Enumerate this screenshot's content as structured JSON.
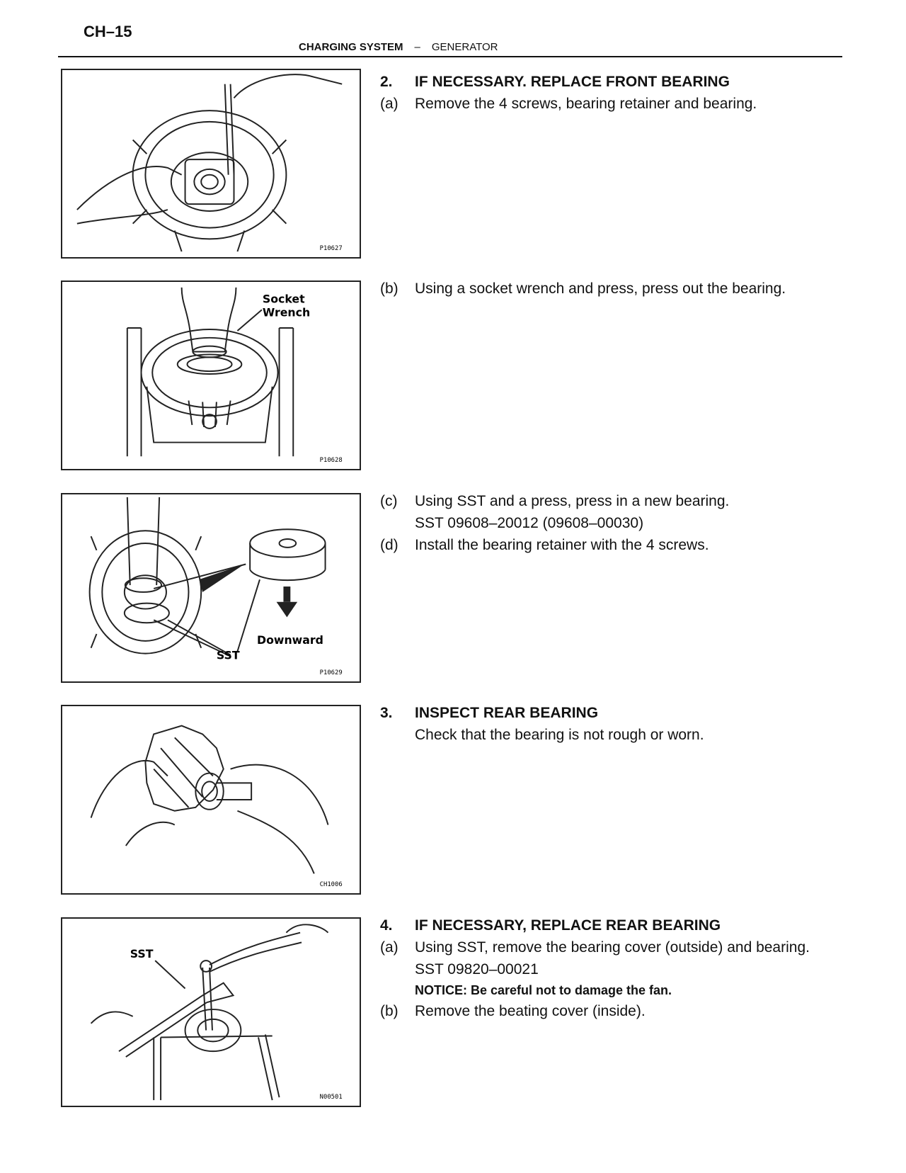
{
  "header": {
    "page_number": "CH–15",
    "section": "CHARGING SYSTEM",
    "separator": "–",
    "subsection": "GENERATOR"
  },
  "figures": {
    "fig1": {
      "code": "P10627"
    },
    "fig2": {
      "code": "P10628",
      "label_socket": "Socket",
      "label_wrench": "Wrench"
    },
    "fig3": {
      "code": "P10629",
      "label_sst": "SST",
      "label_downward": "Downward"
    },
    "fig4": {
      "code": "CH1006"
    },
    "fig5": {
      "code": "N00501",
      "label_sst": "SST"
    }
  },
  "steps": {
    "s2": {
      "num": "2.",
      "title": "IF NECESSARY. REPLACE FRONT BEARING"
    },
    "s2a": {
      "num": "(a)",
      "text": "Remove the 4 screws, bearing retainer and bearing."
    },
    "s2b": {
      "num": "(b)",
      "text": "Using a socket wrench and press, press out the bearing."
    },
    "s2c": {
      "num": "(c)",
      "text": "Using SST and a press, press in a new bearing.",
      "sst": "SST 09608–20012 (09608–00030)"
    },
    "s2d": {
      "num": "(d)",
      "text": "Install the bearing retainer with the 4 screws."
    },
    "s3": {
      "num": "3.",
      "title": "INSPECT REAR BEARING",
      "text": "Check that the bearing is not rough or worn."
    },
    "s4": {
      "num": "4.",
      "title": "IF NECESSARY, REPLACE REAR BEARING"
    },
    "s4a": {
      "num": "(a)",
      "text": "Using SST, remove the bearing cover (outside) and bearing.",
      "sst": "SST 09820–00021",
      "notice": "NOTICE: Be careful not to damage the fan."
    },
    "s4b": {
      "num": "(b)",
      "text": "Remove the beating cover (inside)."
    }
  }
}
